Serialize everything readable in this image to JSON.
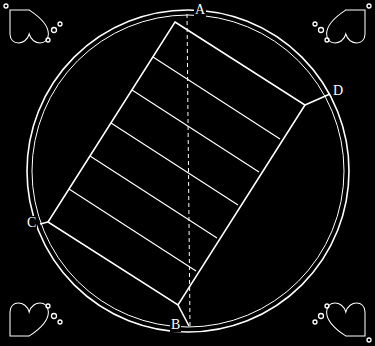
{
  "diagram": {
    "labels": [
      "A",
      "D",
      "C",
      "B"
    ]
  }
}
